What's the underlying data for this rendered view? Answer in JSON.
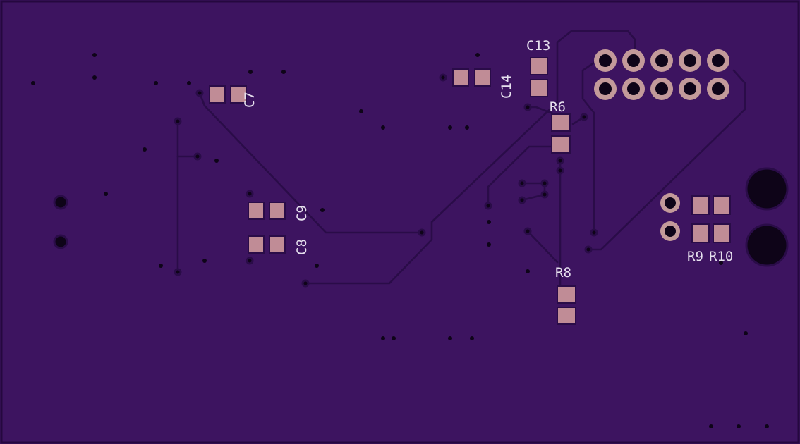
{
  "board": {
    "colors": {
      "substrate": "#3d1460",
      "edge": "#25083f",
      "trace": "#2a0c48",
      "pad": "#c08c96",
      "ring": "#c39a9a",
      "drill": "#0e0418",
      "silkscreen": "#e6e0ee"
    },
    "labels": {
      "c7": "C7",
      "c8": "C8",
      "c9": "C9",
      "c13": "C13",
      "c14": "C14",
      "r6": "R6",
      "r8": "R8",
      "r9": "R9",
      "r10": "R10"
    }
  }
}
